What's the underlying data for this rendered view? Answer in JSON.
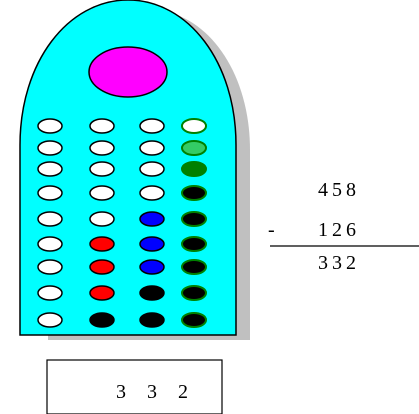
{
  "abacus": {
    "body_color": "#00ffff",
    "shadow_color": "#c0c0c0",
    "knob_color": "#ff00ff",
    "columns": [
      {
        "beads": [
          "#ffffff",
          "#ffffff",
          "#ffffff",
          "#ffffff",
          "#ffffff",
          "#ffffff",
          "#ffffff",
          "#ffffff",
          "#ffffff"
        ]
      },
      {
        "beads": [
          "#ffffff",
          "#ffffff",
          "#ffffff",
          "#ffffff",
          "#ffffff",
          "#ff0000",
          "#ff0000",
          "#ff0000",
          "#000000"
        ]
      },
      {
        "beads": [
          "#ffffff",
          "#ffffff",
          "#ffffff",
          "#ffffff",
          "#0000ff",
          "#0000ff",
          "#0000ff",
          "#000000",
          "#000000"
        ]
      },
      {
        "beads": [
          "#ffffff",
          "#33cc66",
          "#008000",
          "#000000",
          "#000000",
          "#000000",
          "#000000",
          "#000000",
          "#000000"
        ]
      }
    ]
  },
  "subtraction": {
    "minuend": "458",
    "operator": "-",
    "subtrahend": "126",
    "result": "332"
  },
  "answer_box": {
    "value": "3 3 2"
  }
}
